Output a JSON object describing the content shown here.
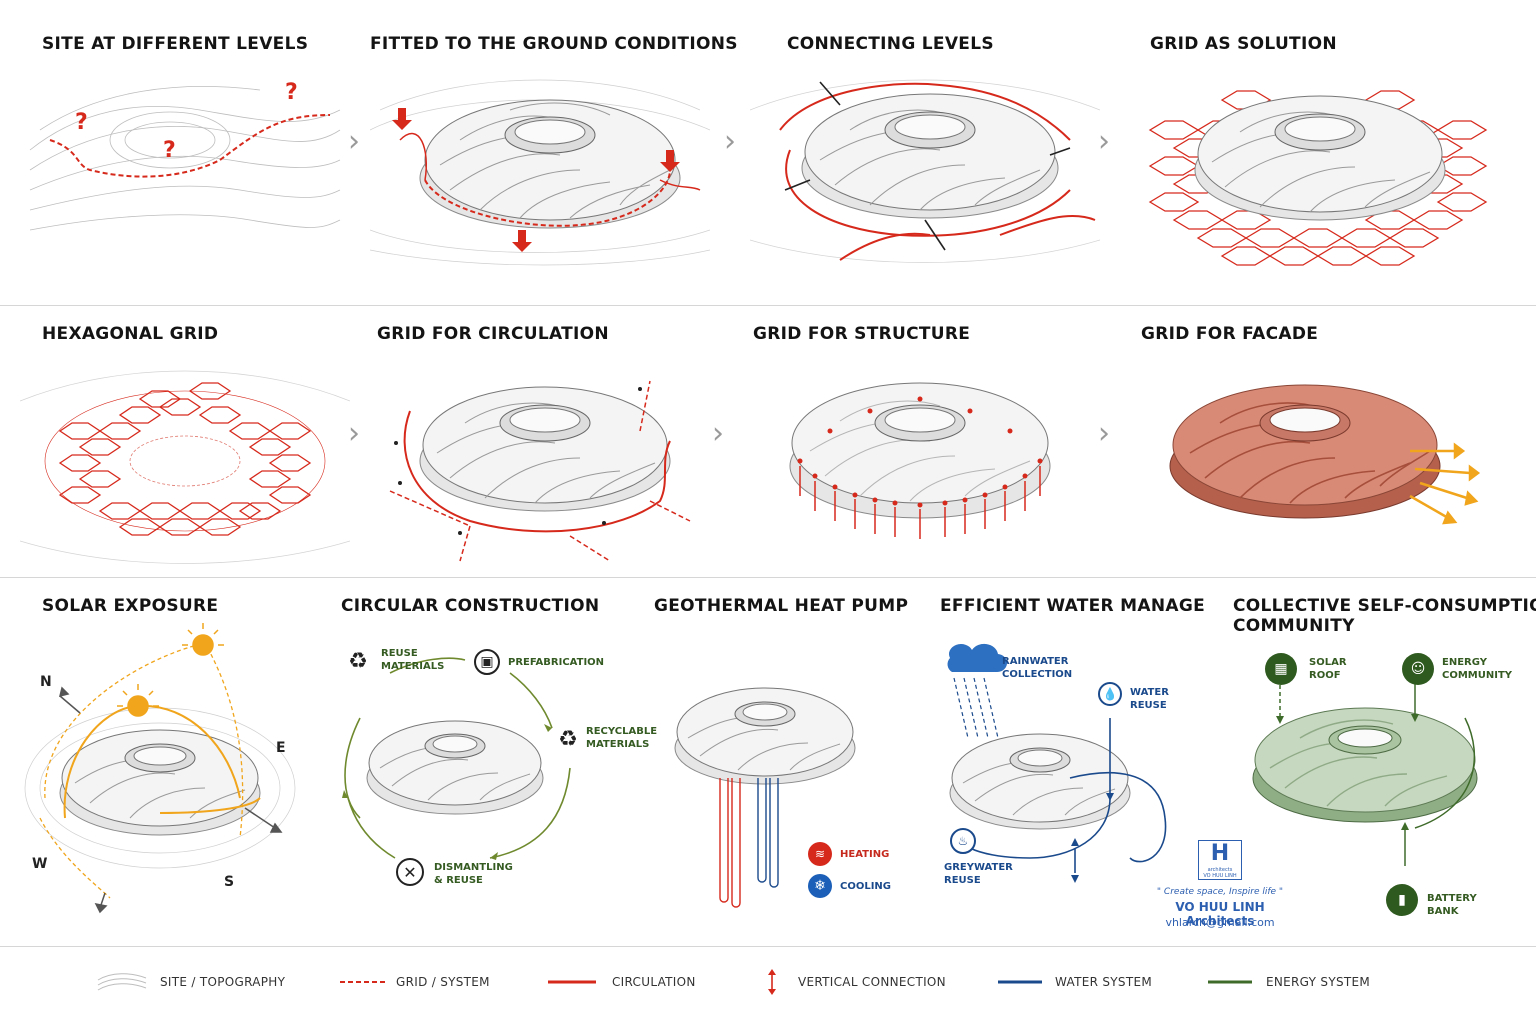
{
  "row1": [
    {
      "title": "SITE AT DIFFERENT LEVELS",
      "marks": [
        "?",
        "?",
        "?"
      ]
    },
    {
      "title": "FITTED TO THE GROUND CONDITIONS"
    },
    {
      "title": "CONNECTING LEVELS"
    },
    {
      "title": "GRID AS SOLUTION"
    }
  ],
  "row2": [
    {
      "title": "HEXAGONAL GRID"
    },
    {
      "title": "GRID FOR CIRCULATION"
    },
    {
      "title": "GRID FOR STRUCTURE"
    },
    {
      "title": "GRID FOR FACADE"
    }
  ],
  "row3": {
    "solar": {
      "title": "SOLAR EXPOSURE",
      "n": "N",
      "e": "E",
      "w": "W",
      "s": "S"
    },
    "circular": {
      "title": "CIRCULAR CONSTRUCTION",
      "reuse": "REUSE\nMATERIALS",
      "prefab": "PREFABRICATION",
      "recyclable": "RECYCLABLE\nMATERIALS",
      "dismantling": "DISMANTLING\n& REUSE"
    },
    "geothermal": {
      "title": "GEOTHERMAL HEAT PUMP",
      "heating": "HEATING",
      "cooling": "COOLING"
    },
    "water": {
      "title": "EFFICIENT WATER MANAGE",
      "rainwater": "RAINWATER\nCOLLECTION",
      "reuse": "WATER\nREUSE",
      "greywater": "GREYWATER\nREUSE"
    },
    "energy": {
      "title": "COLLECTIVE SELF-CONSUMPTION\nCOMMUNITY",
      "solar_roof": "SOLAR\nROOF",
      "community": "ENERGY\nCOMMUNITY",
      "battery": "BATTERY\nBANK"
    }
  },
  "chevron": "›",
  "logo": {
    "letter": "H",
    "sub": "architects\nVO HUU LINH",
    "tagline": "\" Create space, Inspire life \"",
    "name": "VO HUU LINH Architects",
    "email": "vhlarch@gmail.com"
  },
  "legend": [
    {
      "label": "SITE / TOPOGRAPHY"
    },
    {
      "label": "GRID / SYSTEM"
    },
    {
      "label": "CIRCULATION"
    },
    {
      "label": "VERTICAL CONNECTION"
    },
    {
      "label": "WATER SYSTEM"
    },
    {
      "label": "ENERGY SYSTEM"
    }
  ],
  "colors": {
    "red": "#d6291c",
    "blue": "#1b4a8c",
    "green": "#3f6b2a",
    "olive": "#6f8a2e",
    "orange": "#f0a51c",
    "copper": "#c9705c",
    "sage": "#a7c0a0",
    "gray": "#9a9a9a"
  }
}
